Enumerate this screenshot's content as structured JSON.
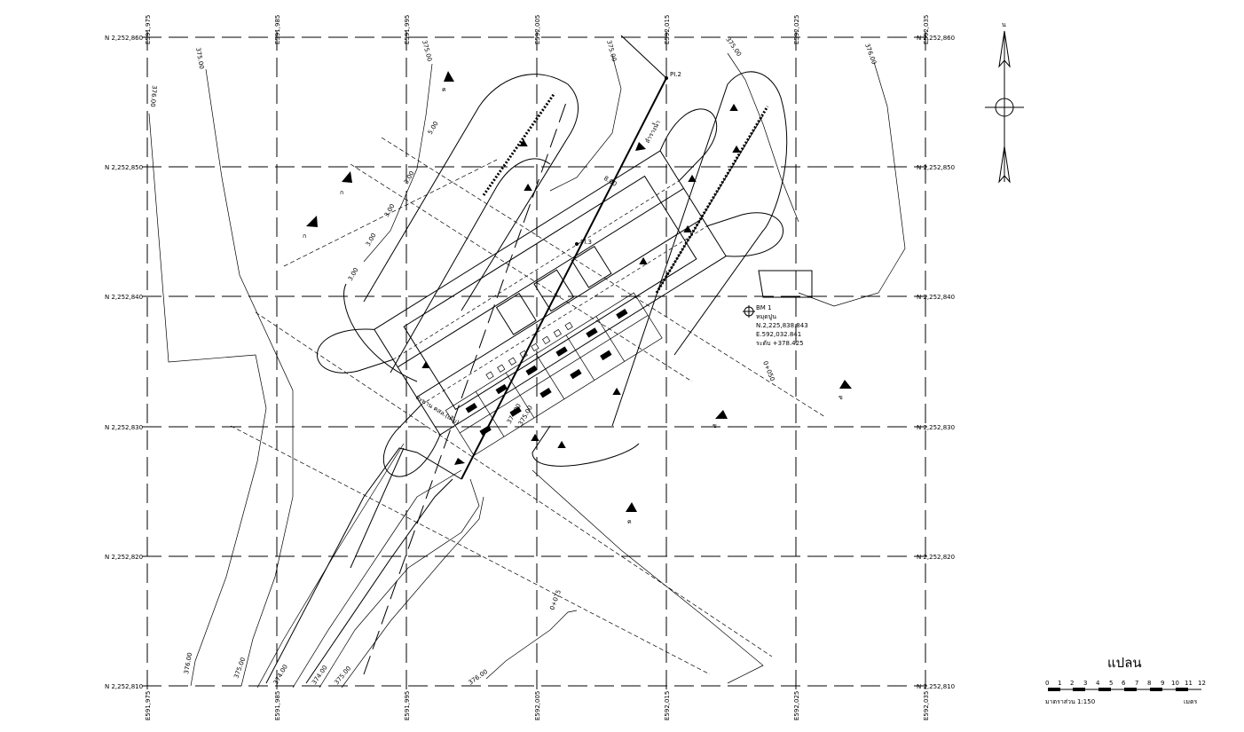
{
  "grid": {
    "northings": [
      "N 2,252,860",
      "N 2,252,850",
      "N 2,252,840",
      "N 2,252,830",
      "N 2,252,820",
      "N 2,252,810"
    ],
    "eastings": [
      "E591,975",
      "E591,985",
      "E591,995",
      "E592,005",
      "E592,015",
      "E592,025",
      "E592,035"
    ]
  },
  "contours": [
    "376.00",
    "375.00",
    "375.00",
    "376.00",
    "376.00",
    "375.00",
    "374.00",
    "374.00",
    "375.00",
    "376.00",
    "376.00",
    "375.00"
  ],
  "points": {
    "pi2": "PI.2",
    "pi3": "PI.3"
  },
  "benchmark": {
    "name": "BM 1",
    "desc": "หมุดปูน",
    "north": "N.2,225,838.843",
    "east": "E.592,032.841",
    "elev": "ระดับ +378.425"
  },
  "labels": {
    "stream": "ลำรางน้ำ",
    "crossing": "สะพาน คสล.(เดิม)",
    "sta_a": "0+050",
    "sta_b": "0+075",
    "road_elev": "374.00",
    "road_elev2": "375.00"
  },
  "dims": [
    "5.00",
    "3.00",
    "3.00",
    "3.00",
    "3.00",
    "8.00"
  ],
  "sections": [
    "ก",
    "ก",
    "ข",
    "ข",
    "ค",
    "ค"
  ],
  "north_arrow": {
    "label": "น"
  },
  "plan": {
    "title": "แปลน",
    "scale_text": "มาตราส่วน  1:150",
    "unit": "เมตร",
    "ticks": [
      "0",
      "1",
      "2",
      "3",
      "4",
      "5",
      "6",
      "7",
      "8",
      "9",
      "10",
      "11",
      "12"
    ]
  }
}
